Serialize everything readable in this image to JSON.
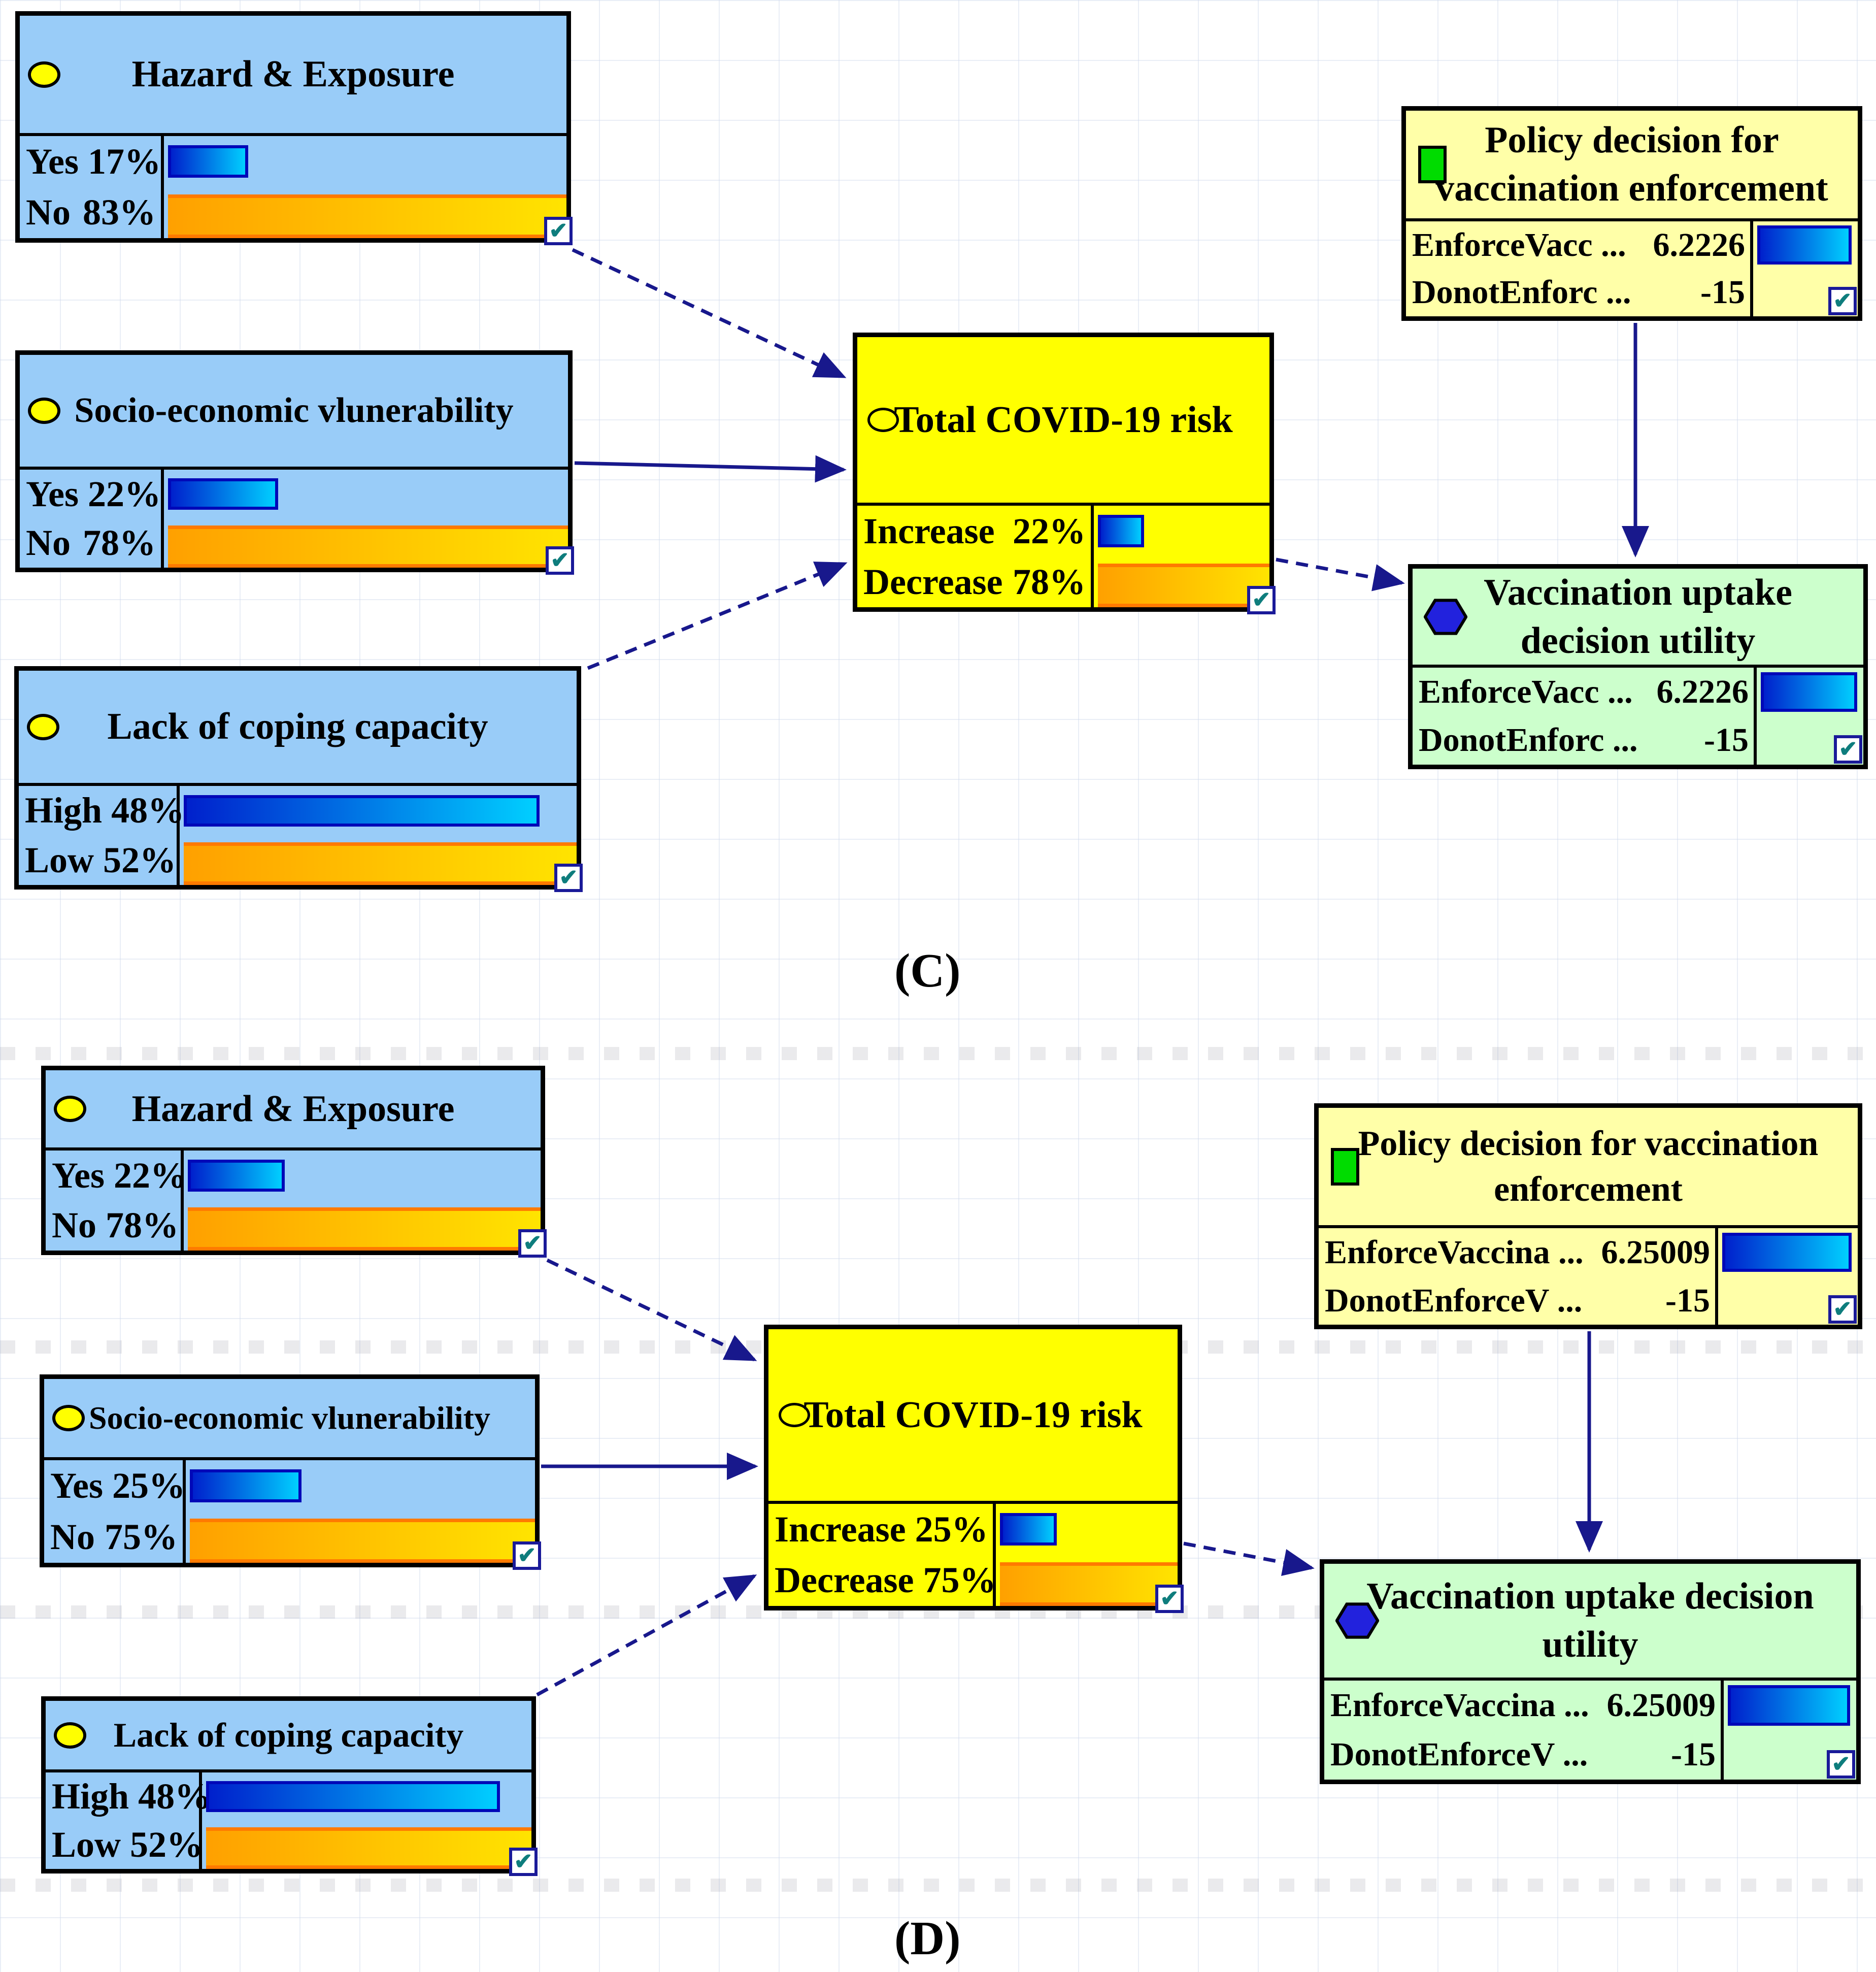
{
  "colors": {
    "chance": "#99CCF8",
    "target": "#FFFF00",
    "decision": "#FFFFA8",
    "utility": "#CCFFCC",
    "arrow": "#18188C",
    "bar_blue_1": "#0020CC",
    "bar_blue_2": "#00CFFF",
    "bar_blue_border": "#0008B8",
    "bar_orange_1": "#FFA000",
    "bar_orange_2": "#FFE400",
    "bar_orange_border": "#FF7A00",
    "square": "#00DC00",
    "hex": "#2222DD",
    "check": "#0E7D7D"
  },
  "icons": {
    "check": "✔"
  },
  "panelC": {
    "label": "(C)",
    "hazard": {
      "title": "Hazard & Exposure",
      "rows": [
        {
          "label": "Yes",
          "value": "17%",
          "bar": 20.5
        },
        {
          "label": "No",
          "value": "83%",
          "bar": 100
        }
      ]
    },
    "socio": {
      "title": "Socio-economic vlunerability",
      "rows": [
        {
          "label": "Yes",
          "value": "22%",
          "bar": 28
        },
        {
          "label": "No",
          "value": "78%",
          "bar": 100
        }
      ]
    },
    "coping": {
      "title": "Lack of coping capacity",
      "rows": [
        {
          "label": "High",
          "value": "48%",
          "bar": 92
        },
        {
          "label": "Low",
          "value": "52%",
          "bar": 100
        }
      ]
    },
    "total": {
      "title": "Total COVID-19 risk",
      "rows": [
        {
          "label": "Increase",
          "value": "22%",
          "bar": 28
        },
        {
          "label": "Decrease",
          "value": "78%",
          "bar": 100
        }
      ]
    },
    "policy": {
      "title_line1": "Policy decision for",
      "title_line2": "vaccination enforcement",
      "rows": [
        {
          "label": "EnforceVacc ...",
          "value": "6.2226",
          "bar": 100
        },
        {
          "label": "DonotEnforc ...",
          "value": "-15",
          "bar": 0
        }
      ]
    },
    "utility": {
      "title_line1": "Vaccination uptake",
      "title_line2": "decision utility",
      "rows": [
        {
          "label": "EnforceVacc ...",
          "value": "6.2226",
          "bar": 100
        },
        {
          "label": "DonotEnforc ...",
          "value": "-15",
          "bar": 0
        }
      ]
    }
  },
  "panelD": {
    "label": "(D)",
    "hazard": {
      "title": "Hazard & Exposure",
      "rows": [
        {
          "label": "Yes",
          "value": "22%",
          "bar": 28
        },
        {
          "label": "No",
          "value": "78%",
          "bar": 100
        }
      ]
    },
    "socio": {
      "title": "Socio-economic vlunerability",
      "rows": [
        {
          "label": "Yes",
          "value": "25%",
          "bar": 33
        },
        {
          "label": "No",
          "value": "75%",
          "bar": 100
        }
      ]
    },
    "coping": {
      "title": "Lack of coping capacity",
      "rows": [
        {
          "label": "High",
          "value": "48%",
          "bar": 92
        },
        {
          "label": "Low",
          "value": "52%",
          "bar": 100
        }
      ]
    },
    "total": {
      "title": "Total COVID-19 risk",
      "rows": [
        {
          "label": "Increase",
          "value": "25%",
          "bar": 33
        },
        {
          "label": "Decrease",
          "value": "75%",
          "bar": 100
        }
      ]
    },
    "policy": {
      "title_line1": "Policy decision for vaccination",
      "title_line2": "enforcement",
      "rows": [
        {
          "label": "EnforceVaccina ...",
          "value": "6.25009",
          "bar": 100
        },
        {
          "label": "DonotEnforceV ...",
          "value": "-15",
          "bar": 0
        }
      ]
    },
    "utility": {
      "title_line1": "Vaccination uptake decision",
      "title_line2": "utility",
      "rows": [
        {
          "label": "EnforceVaccina ...",
          "value": "6.25009",
          "bar": 100
        },
        {
          "label": "DonotEnforceV ...",
          "value": "-15",
          "bar": 0
        }
      ]
    }
  }
}
